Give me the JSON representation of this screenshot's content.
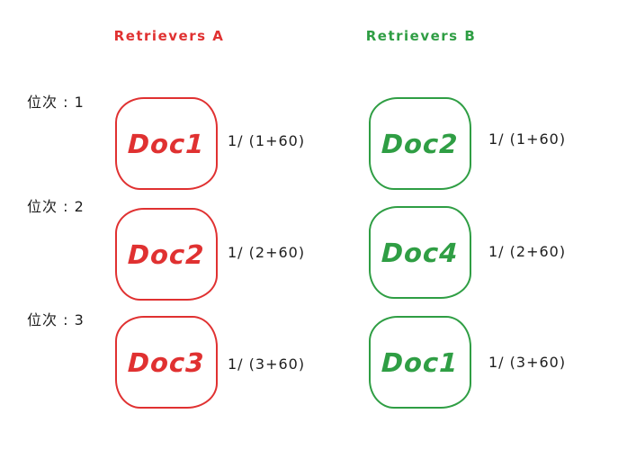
{
  "colors": {
    "retriever_a_red": "#e03131",
    "retriever_b_green": "#2f9e44",
    "text_black": "#1e1e1e",
    "background": "#ffffff"
  },
  "diagram": {
    "description_type": "reciprocal-rank-fusion-diagram",
    "rank_labels": [
      "位次 : 1",
      "位次 : 2",
      "位次 : 3"
    ],
    "columns": [
      {
        "id": "A",
        "title": "Retrievers A",
        "color": "#e03131",
        "items": [
          {
            "doc": "Doc1",
            "score": "1/ (1+60)"
          },
          {
            "doc": "Doc2",
            "score": "1/ (2+60)"
          },
          {
            "doc": "Doc3",
            "score": "1/ (3+60)"
          }
        ]
      },
      {
        "id": "B",
        "title": "Retrievers B",
        "color": "#2f9e44",
        "items": [
          {
            "doc": "Doc2",
            "score": "1/ (1+60)"
          },
          {
            "doc": "Doc4",
            "score": "1/ (2+60)"
          },
          {
            "doc": "Doc1",
            "score": "1/ (3+60)"
          }
        ]
      }
    ]
  }
}
